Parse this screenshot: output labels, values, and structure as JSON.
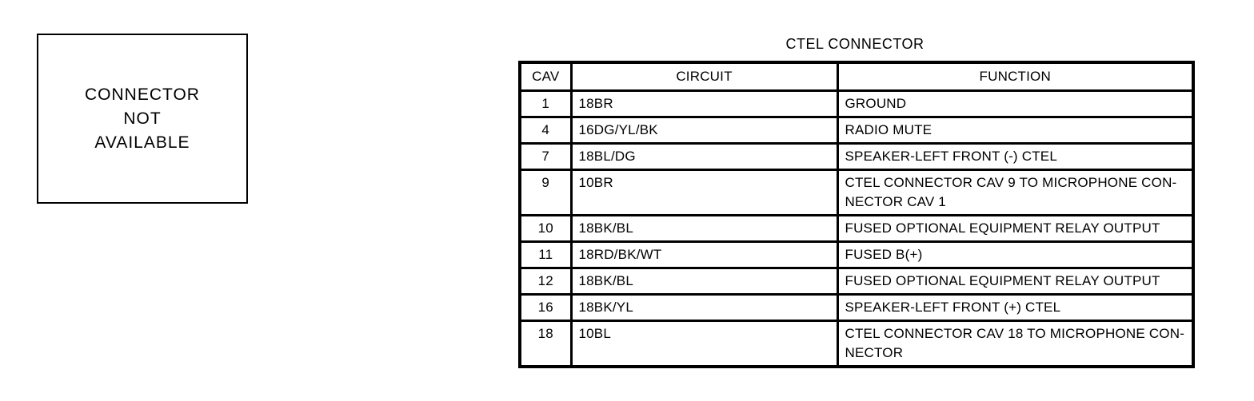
{
  "page": {
    "background_color": "#ffffff",
    "ink_color": "#000000"
  },
  "connector_note": {
    "text": "CONNECTOR\nNOT\nAVAILABLE"
  },
  "table": {
    "title": "CTEL CONNECTOR",
    "headers": {
      "cav": "CAV",
      "circuit": "CIRCUIT",
      "function": "FUNCTION"
    },
    "rows": [
      {
        "cav": "1",
        "circuit": "18BR",
        "function": "GROUND"
      },
      {
        "cav": "4",
        "circuit": "16DG/YL/BK",
        "function": "RADIO MUTE"
      },
      {
        "cav": "7",
        "circuit": "18BL/DG",
        "function": "SPEAKER-LEFT FRONT (-) CTEL"
      },
      {
        "cav": "9",
        "circuit": "10BR",
        "function": "CTEL CONNECTOR CAV 9 TO MICROPHONE CON-\nNECTOR CAV 1"
      },
      {
        "cav": "10",
        "circuit": "18BK/BL",
        "function": "FUSED OPTIONAL EQUIPMENT RELAY OUTPUT"
      },
      {
        "cav": "11",
        "circuit": "18RD/BK/WT",
        "function": "FUSED B(+)"
      },
      {
        "cav": "12",
        "circuit": "18BK/BL",
        "function": "FUSED OPTIONAL EQUIPMENT RELAY OUTPUT"
      },
      {
        "cav": "16",
        "circuit": "18BK/YL",
        "function": "SPEAKER-LEFT FRONT (+) CTEL"
      },
      {
        "cav": "18",
        "circuit": "10BL",
        "function": "CTEL CONNECTOR CAV 18 TO MICROPHONE CON-\nNECTOR"
      }
    ]
  }
}
